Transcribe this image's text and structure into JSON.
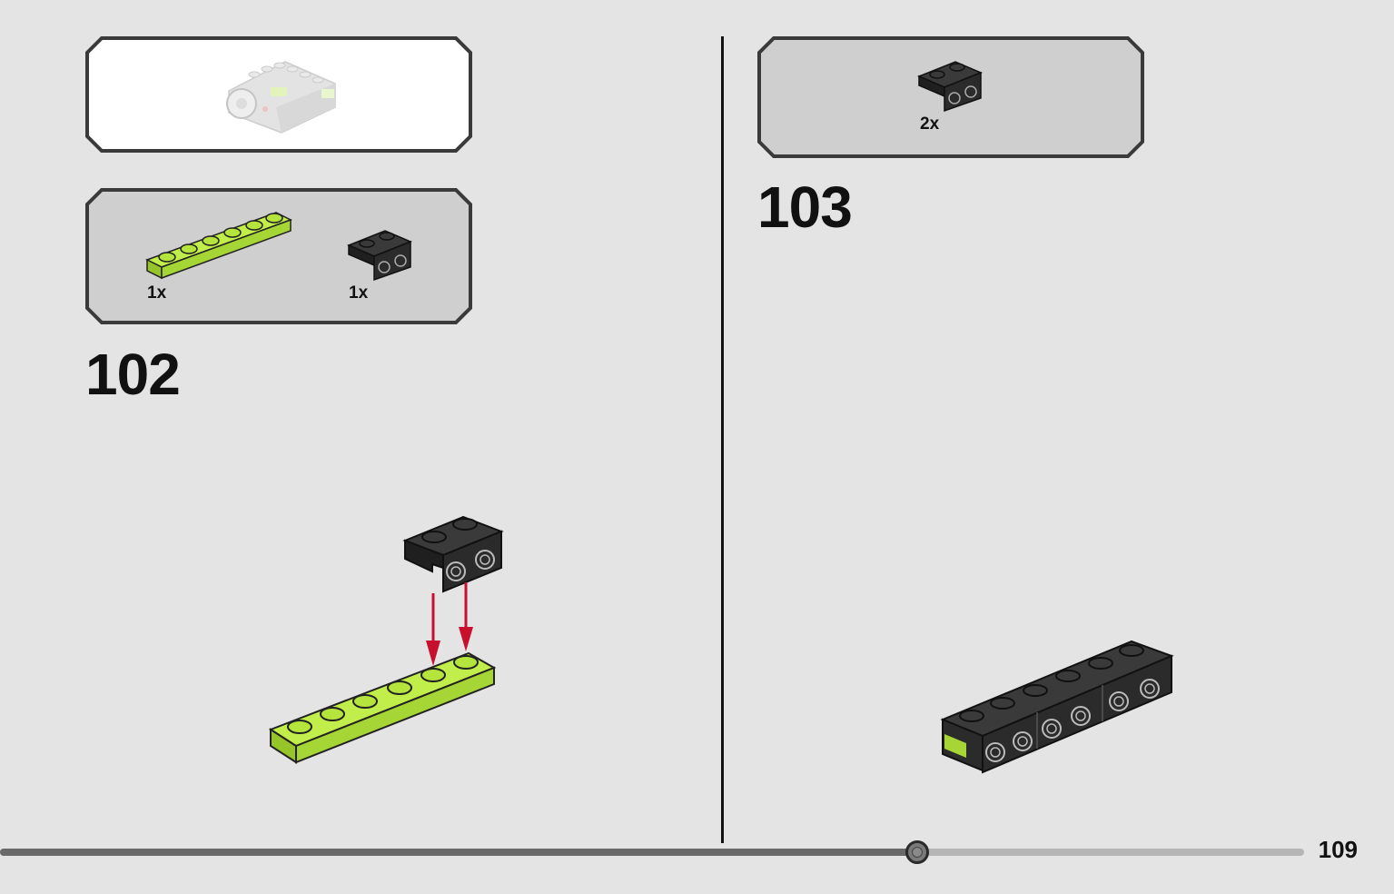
{
  "page": {
    "number": "109",
    "progress_fraction": 0.703
  },
  "step102": {
    "number": "102",
    "parts": [
      {
        "qty": "1x",
        "icon": "lime-plate-1x6-icon",
        "color": "#b5e43c"
      },
      {
        "qty": "1x",
        "icon": "black-bracket-1x2-icon",
        "color": "#2b2b2b"
      }
    ]
  },
  "step103": {
    "number": "103",
    "parts": [
      {
        "qty": "2x",
        "icon": "black-bracket-1x2-icon",
        "color": "#2b2b2b"
      }
    ]
  },
  "colors": {
    "background": "#e4e4e4",
    "lime": "#b5e43c",
    "black_brick": "#2b2b2b",
    "arrow_red": "#c8102e",
    "panel_gray": "#cfcfcf"
  }
}
